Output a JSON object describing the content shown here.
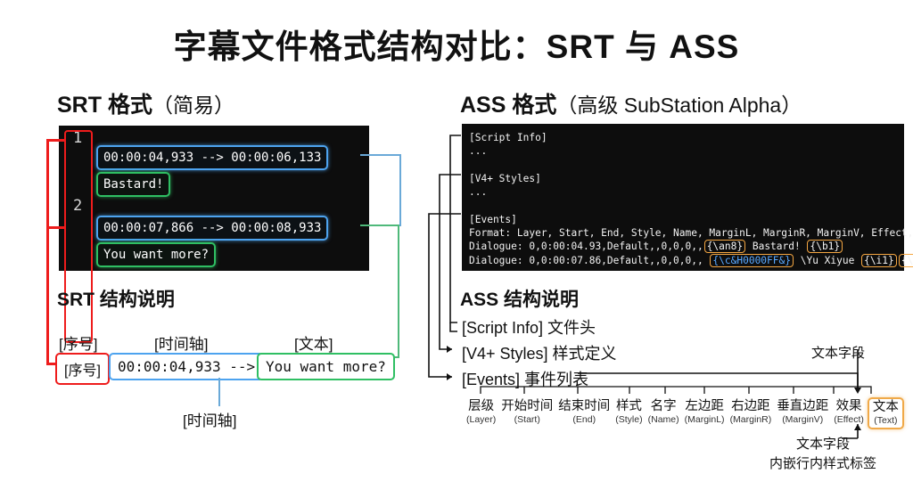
{
  "title": "字幕文件格式结构对比：SRT 与 ASS",
  "srt": {
    "heading_main": "SRT 格式",
    "heading_paren": "（简易）",
    "sub_heading": "SRT 结构说明",
    "cues": [
      {
        "index": "1",
        "timing": "00:00:04,933 --> 00:00:06,133",
        "text": "Bastard!"
      },
      {
        "index": "2",
        "timing": "00:00:07,866 --> 00:00:08,933",
        "text": "You want more?"
      }
    ],
    "legend": {
      "label_index": "[序号]",
      "label_timeline": "[时间轴]",
      "label_text": "[文本]",
      "box_index": "[序号]",
      "box_timeline": "00:00:04,933 -->",
      "box_text": "You want more?",
      "caption_timeline": "[时间轴]"
    }
  },
  "ass": {
    "heading_main": "ASS 格式",
    "heading_paren": "（高级 SubStation Alpha）",
    "sub_heading": "ASS 结构说明",
    "code": {
      "script_info": "[Script Info]",
      "script_info_ellipsis": "...",
      "v4_styles": "[V4+ Styles]",
      "v4_styles_ellipsis": "...",
      "events": "[Events]",
      "format_line": "Format: Layer, Start, End, Style, Name, MarginL, MarginR, MarginV, Effect, Text",
      "dialogue1_prefix": "Dialogue: 0,0:00:04.93,Default,,0,0,0,,",
      "dialogue1_tag1": "{\\an8}",
      "dialogue1_body": " Bastard! ",
      "dialogue1_tag2": "{\\b1}",
      "dialogue2_prefix": "Dialogue: 0,0:00:07.86,Default,,0,0,0,, ",
      "dialogue2_tag1": "{\\c&H0000FF&}",
      "dialogue2_body": " \\Yu Xiyue ",
      "dialogue2_tag2": "{\\i1}",
      "dialogue2_tag3": "{\\r}"
    },
    "structure_items": [
      "[Script Info] 文件头",
      "[V4+ Styles] 样式定义",
      "[Events] 事件列表"
    ],
    "fields": [
      {
        "cn": "层级",
        "en": "(Layer)",
        "highlight": false
      },
      {
        "cn": "开始时间",
        "en": "(Start)",
        "highlight": false
      },
      {
        "cn": "结束时间",
        "en": "(End)",
        "highlight": false
      },
      {
        "cn": "样式",
        "en": "(Style)",
        "highlight": false
      },
      {
        "cn": "名字",
        "en": "(Name)",
        "highlight": false
      },
      {
        "cn": "左边距",
        "en": "(MarginL)",
        "highlight": false
      },
      {
        "cn": "右边距",
        "en": "(MarginR)",
        "highlight": false
      },
      {
        "cn": "垂直边距",
        "en": "(MarginV)",
        "highlight": false
      },
      {
        "cn": "效果",
        "en": "(Effect)",
        "highlight": false
      },
      {
        "cn": "文本",
        "en": "(Text)",
        "highlight": true
      }
    ],
    "annotations": {
      "top_text_field": "文本字段",
      "bottom_text_field": "文本字段",
      "bottom_inline_tags": "内嵌行内样式标签"
    }
  },
  "colors": {
    "index_red": "#ee1c1c",
    "timeline_blue": "#4da3ef",
    "text_green": "#2fbf63",
    "tag_orange": "#f5a742",
    "code_bg": "#0d0d0d",
    "page_bg": "#ffffff"
  }
}
